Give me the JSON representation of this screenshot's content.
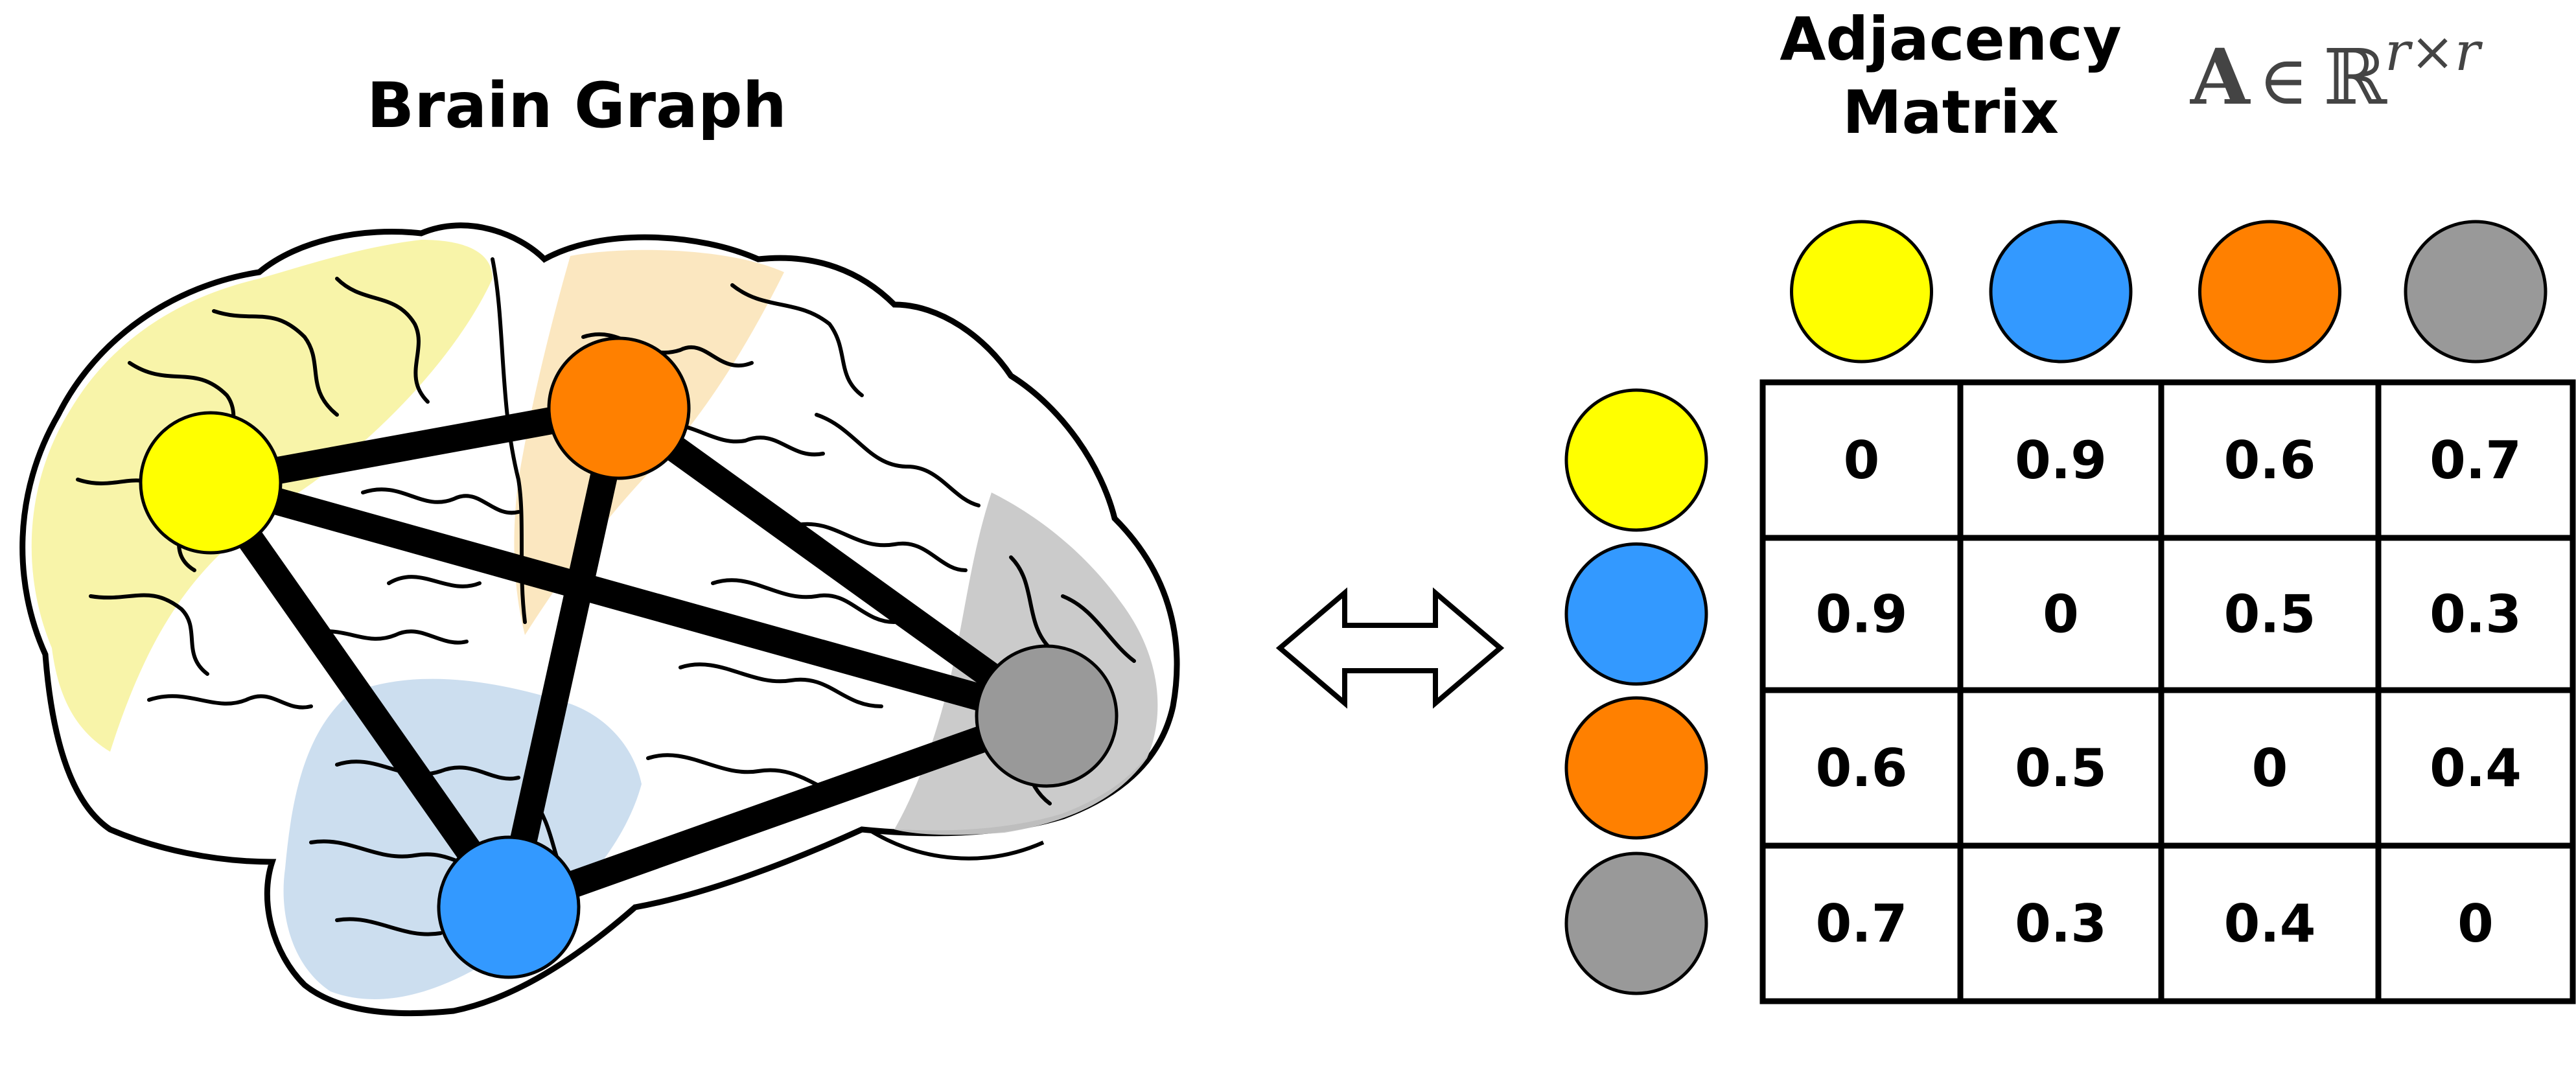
{
  "left_panel": {
    "title": "Brain Graph"
  },
  "right_panel": {
    "title_line1": "Adjacency",
    "title_line2": "Matrix",
    "formula_bold": "A",
    "formula_in": "∈",
    "formula_set": "ℝ",
    "formula_sup": "r×r"
  },
  "colors": {
    "yellow": "#ffff00",
    "blue": "#3399ff",
    "orange": "#ff8000",
    "gray": "#999999",
    "region_yellow": "#f7f3a0",
    "region_orange": "#fbe6bd",
    "region_blue": "#c9dcee",
    "region_gray": "#c8c8c8"
  },
  "nodes": [
    {
      "id": "yellow",
      "color": "#ffff00"
    },
    {
      "id": "blue",
      "color": "#3399ff"
    },
    {
      "id": "orange",
      "color": "#ff8000"
    },
    {
      "id": "gray",
      "color": "#999999"
    }
  ],
  "edges": [
    [
      "yellow",
      "orange"
    ],
    [
      "yellow",
      "gray"
    ],
    [
      "yellow",
      "blue"
    ],
    [
      "orange",
      "gray"
    ],
    [
      "orange",
      "blue"
    ],
    [
      "blue",
      "gray"
    ]
  ],
  "arrow_icon": "double-arrow-icon",
  "matrix": {
    "rows": [
      [
        "0",
        "0.9",
        "0.6",
        "0.7"
      ],
      [
        "0.9",
        "0",
        "0.5",
        "0.3"
      ],
      [
        "0.6",
        "0.5",
        "0",
        "0.4"
      ],
      [
        "0.7",
        "0.3",
        "0.4",
        "0"
      ]
    ]
  }
}
